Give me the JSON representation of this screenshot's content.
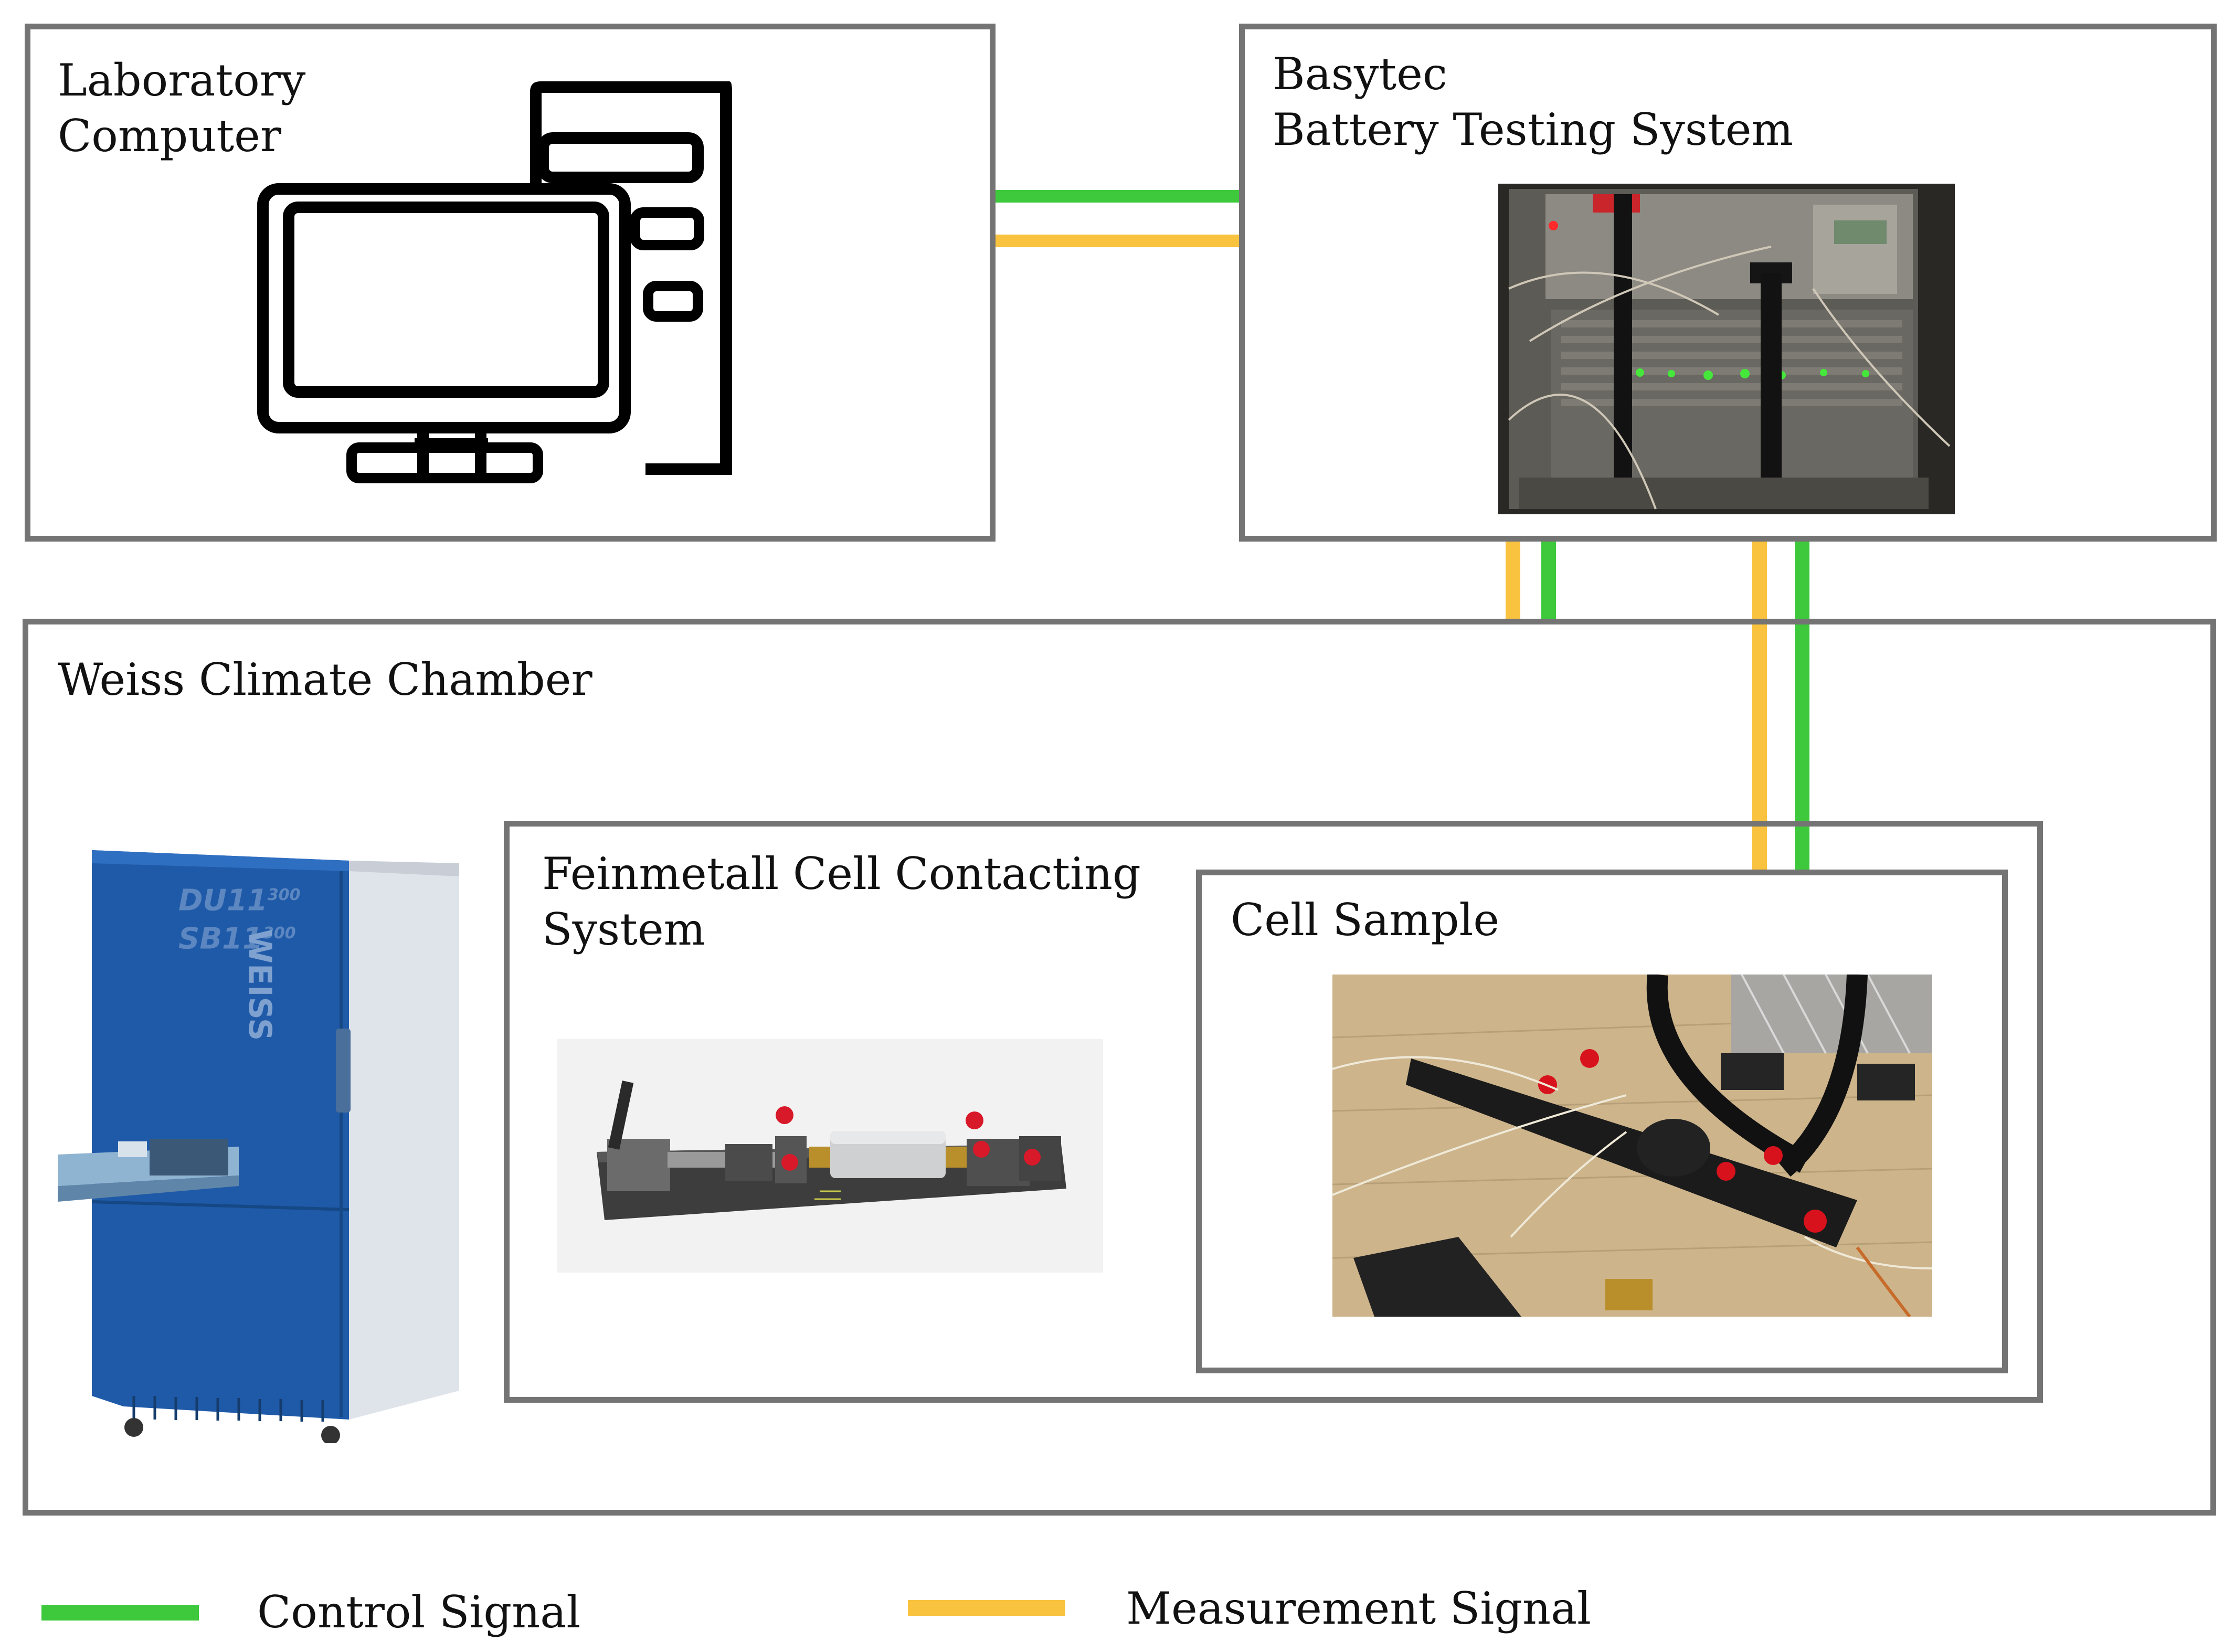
{
  "computer": {
    "title_line1": "Laboratory",
    "title_line2": "Computer"
  },
  "basytec": {
    "title_line1": "Basytec",
    "title_line2": "Battery Testing System"
  },
  "chamber": {
    "title": "Weiss Climate Chamber",
    "unit_label1": "DU11",
    "unit_sup1": "300",
    "unit_label2": "SB11",
    "unit_sup2": "300",
    "brand": "WEISS"
  },
  "feinmetall": {
    "title_line1": "Feinmetall Cell Contacting",
    "title_line2": "System"
  },
  "cell": {
    "title": "Cell Sample"
  },
  "legend": {
    "control": "Control Signal",
    "measurement": "Measurement Signal"
  },
  "colors": {
    "control": "#3ec93c",
    "measurement": "#f9c23f",
    "border": "#747474"
  }
}
